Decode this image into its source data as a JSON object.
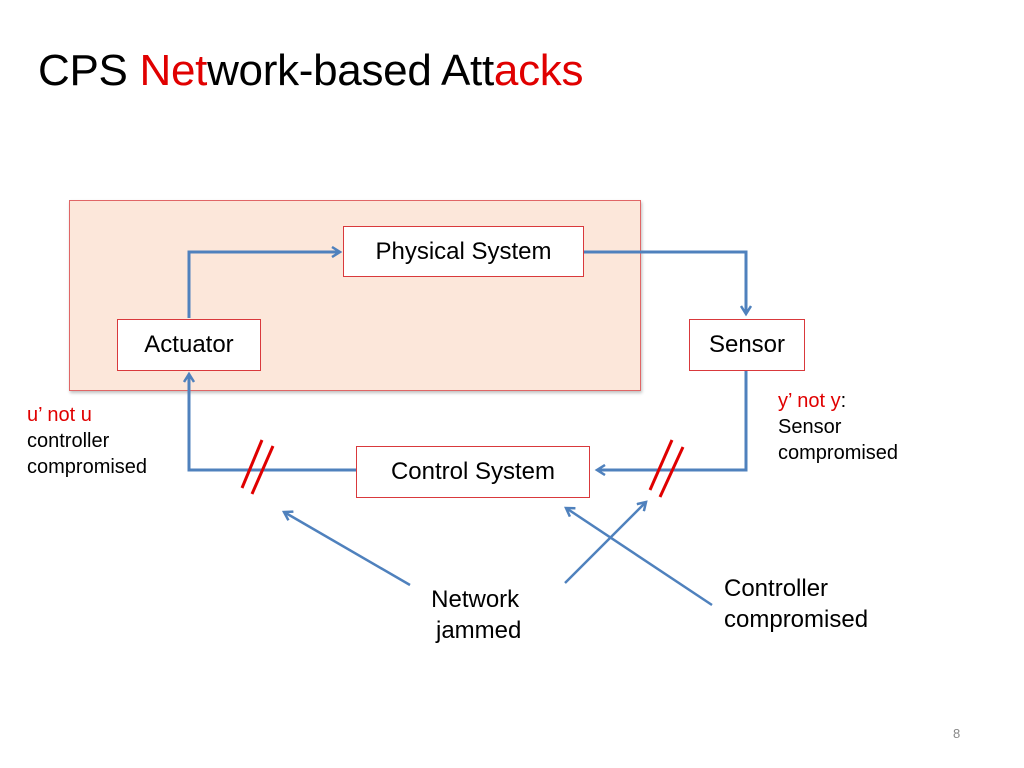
{
  "slide": {
    "title": {
      "part1": "CPS ",
      "part2_red": "Net",
      "part3": "work-based Att",
      "part4_red": "acks"
    },
    "page_number": "8"
  },
  "diagram": {
    "nodes": {
      "physical_system": "Physical System",
      "actuator": "Actuator",
      "sensor": "Sensor",
      "control_system": "Control System"
    },
    "annotations": {
      "controller_side": {
        "red_text": "u’ not u",
        "line2": "controller",
        "line3": "compromised"
      },
      "sensor_side": {
        "red_text": "y’ not y",
        "colon": ":",
        "line2": "Sensor",
        "line3": "compromised"
      },
      "network_jammed": {
        "line1": "Network",
        "line2": "jammed"
      },
      "controller_compromised": {
        "line1": "Controller",
        "line2": "compromised"
      }
    },
    "colors": {
      "arrow": "#4f81bd",
      "box_border": "#d9393c",
      "jam_mark": "#e00000",
      "plant_fill": "#fce7da",
      "accent_red": "#e00000"
    }
  }
}
